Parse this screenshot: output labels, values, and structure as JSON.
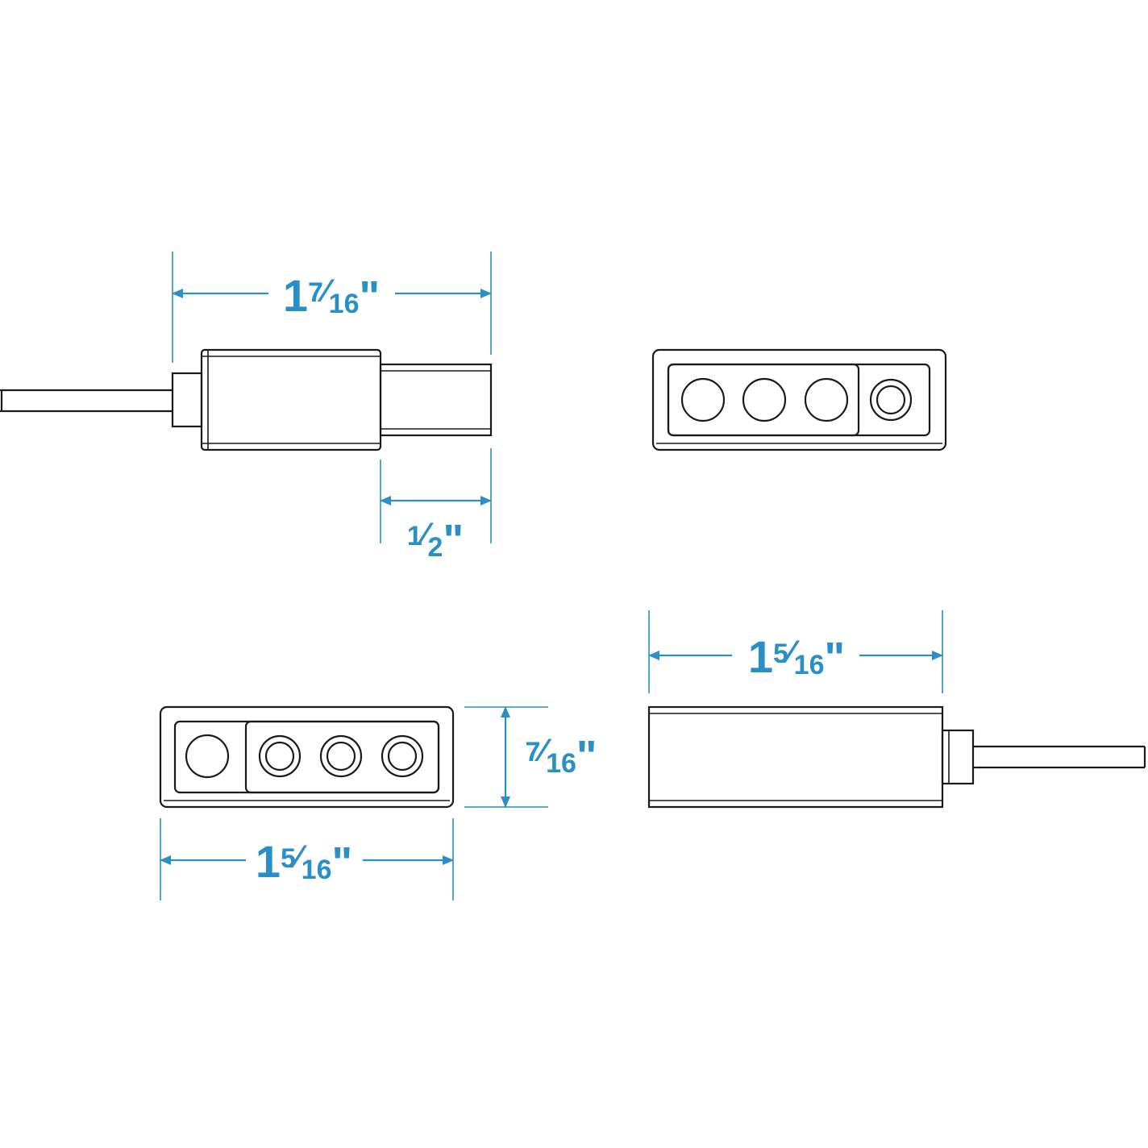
{
  "colors": {
    "dimension": "#2a8fc7",
    "outline": "#1a1a1a",
    "background": "#ffffff"
  },
  "dimensions": {
    "side_length": {
      "whole": "1",
      "num": "7",
      "den": "16",
      "unit": "\""
    },
    "prong_length": {
      "whole": "",
      "num": "1",
      "den": "2",
      "unit": "\""
    },
    "front_width": {
      "whole": "1",
      "num": "5",
      "den": "16",
      "unit": "\""
    },
    "front_height": {
      "whole": "",
      "num": "7",
      "den": "16",
      "unit": "\""
    },
    "body_length": {
      "whole": "1",
      "num": "5",
      "den": "16",
      "unit": "\""
    }
  }
}
